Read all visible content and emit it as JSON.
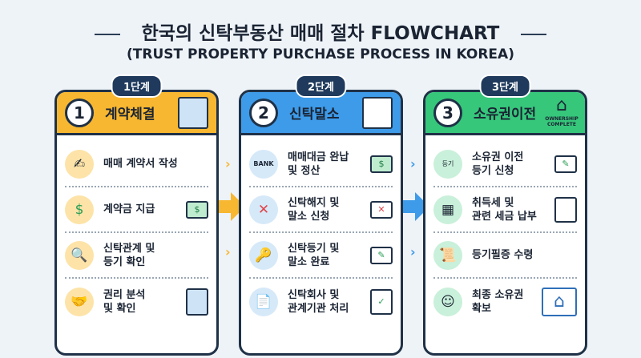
{
  "header": {
    "title": "한국의 신탁부동산 매매 절차 FLOWCHART",
    "subtitle": "(TRUST PROPERTY PURCHASE PROCESS IN KOREA)"
  },
  "colors": {
    "stage1": "#f7b731",
    "stage2": "#3d9be9",
    "stage3": "#36c77b",
    "dark": "#1f3147"
  },
  "stages": [
    {
      "badge": "1단계",
      "number": "1",
      "name": "계약체결",
      "icon": "building-icon",
      "items": [
        {
          "text": "매매 계약서 작성",
          "icon": "contract-sign-icon"
        },
        {
          "text": "계약금 지급",
          "icon": "money-bag-icon"
        },
        {
          "text": "신탁관계 및\n등기 확인",
          "icon": "magnifier-document-icon"
        },
        {
          "text": "권리 분석\n및 확인",
          "icon": "handshake-icon"
        }
      ]
    },
    {
      "badge": "2단계",
      "number": "2",
      "name": "신탁말소",
      "icon": "gavel-document-icon",
      "items": [
        {
          "text": "매매대금 완납\n및 정산",
          "icon": "bank-icon",
          "bank_label": "BANK"
        },
        {
          "text": "신탁해지 및\n말소 신청",
          "icon": "cancel-document-icon"
        },
        {
          "text": "신탁등기 및\n말소 완료",
          "icon": "key-hand-icon"
        },
        {
          "text": "신탁회사 및\n관계기관 처리",
          "icon": "clipboard-check-icon"
        }
      ]
    },
    {
      "badge": "3단계",
      "number": "3",
      "name": "소유권이전",
      "icon": "house-icon",
      "icon_caption": "OWNERSHIP COMPLETE",
      "items": [
        {
          "text": "소유권 이전\n등기 신청",
          "icon": "registry-clipboard-icon",
          "doc_label": "등기"
        },
        {
          "text": "취득세 및\n관련 세금 납부",
          "icon": "calculator-icon"
        },
        {
          "text": "등기필증 수령",
          "icon": "certificate-hand-icon"
        },
        {
          "text": "최종 소유권\n확보",
          "icon": "happy-owner-icon"
        }
      ]
    }
  ]
}
